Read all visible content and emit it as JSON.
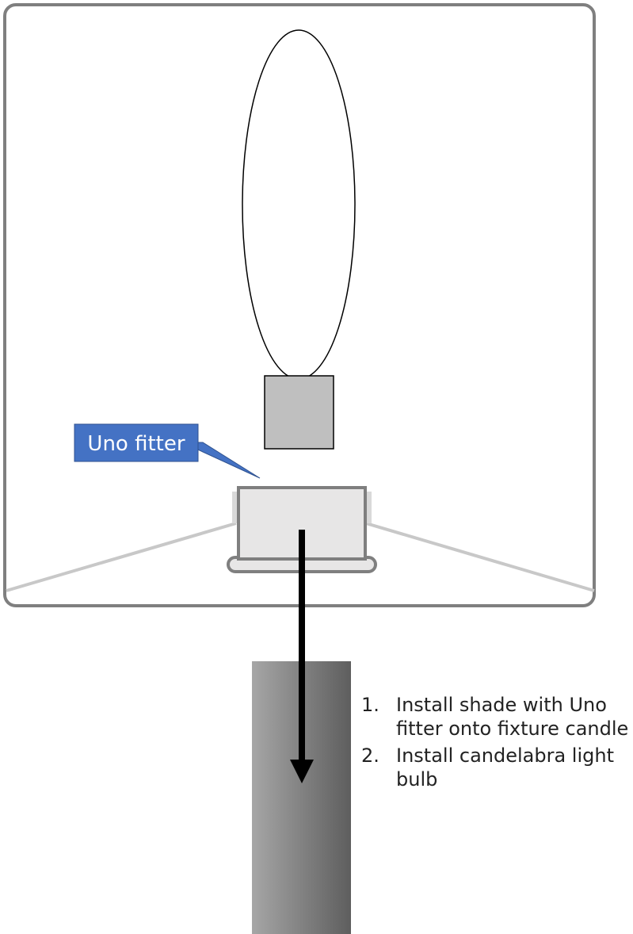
{
  "callout": {
    "label": "Uno fitter",
    "color": "#4472c4"
  },
  "steps": [
    {
      "number": "1.",
      "text": "Install shade with Uno fitter onto fixture candle"
    },
    {
      "number": "2.",
      "text": "Install candelabra light bulb"
    }
  ],
  "colors": {
    "shade_outline": "#7f7f7f",
    "bulb_base": "#bfbfbf",
    "fitter_fill": "#e7e6e6",
    "arrow": "#000000"
  }
}
